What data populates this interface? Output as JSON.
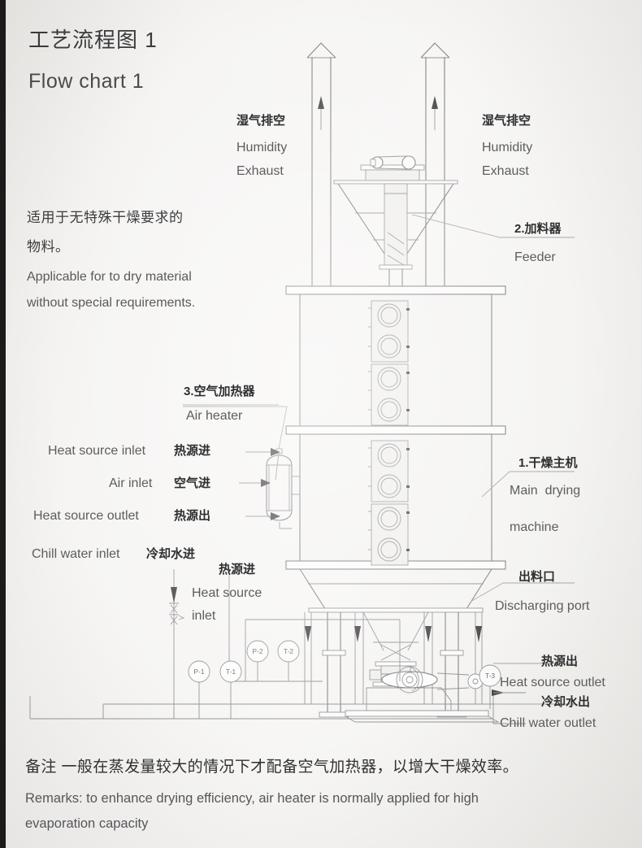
{
  "document": {
    "title_cn": "工艺流程图 1",
    "title_en": "Flow chart 1"
  },
  "applicability": {
    "cn_line1": "适用于无特殊干燥要求的",
    "cn_line2": "物料。",
    "en_line1": "Applicable for to dry material",
    "en_line2": "without special requirements."
  },
  "labels": {
    "exhaust_left": {
      "cn": "湿气排空",
      "en_line1": "Humidity",
      "en_line2": "Exhaust"
    },
    "exhaust_right": {
      "cn": "湿气排空",
      "en_line1": "Humidity",
      "en_line2": "Exhaust"
    },
    "feeder": {
      "cn": "2.加料器",
      "en": "Feeder"
    },
    "main_machine": {
      "cn": "1.干燥主机",
      "en_line1": "Main  drying",
      "en_line2": "machine"
    },
    "air_heater": {
      "cn": "3.空气加热器",
      "en": "Air heater"
    },
    "heat_source_inlet_left": {
      "en": "Heat source inlet",
      "cn": "热源进"
    },
    "air_inlet": {
      "en": "Air inlet",
      "cn": "空气进"
    },
    "heat_source_outlet_left": {
      "en": "Heat source outlet",
      "cn": "热源出"
    },
    "chill_water_inlet": {
      "en": "Chill water inlet",
      "cn": "冷却水进"
    },
    "heat_source_inlet_bottom": {
      "cn": "热源进",
      "en_line1": "Heat source",
      "en_line2": "inlet"
    },
    "discharging_port": {
      "cn": "出料口",
      "en": "Discharging port"
    },
    "heat_source_outlet_right": {
      "cn": "热源出",
      "en": "Heat source outlet"
    },
    "chill_water_outlet": {
      "cn": "冷却水出",
      "en": "Chill water outlet"
    }
  },
  "instruments": [
    {
      "tag": "P-1"
    },
    {
      "tag": "T-1"
    },
    {
      "tag": "P-2"
    },
    {
      "tag": "T-2"
    },
    {
      "tag": "T-3"
    }
  ],
  "remarks": {
    "cn": "备注 一般在蒸发量较大的情况下才配备空气加热器，以增大干燥效率。",
    "en_line1": "Remarks: to enhance drying efficiency, air heater is normally applied for high",
    "en_line2": "evaporation capacity"
  },
  "colors": {
    "paper": "#f3f2f0",
    "ink_cn": "#2f2f31",
    "ink_en": "#5d5d5f",
    "line": "#6e6e70",
    "border": "#1b1b1b"
  }
}
